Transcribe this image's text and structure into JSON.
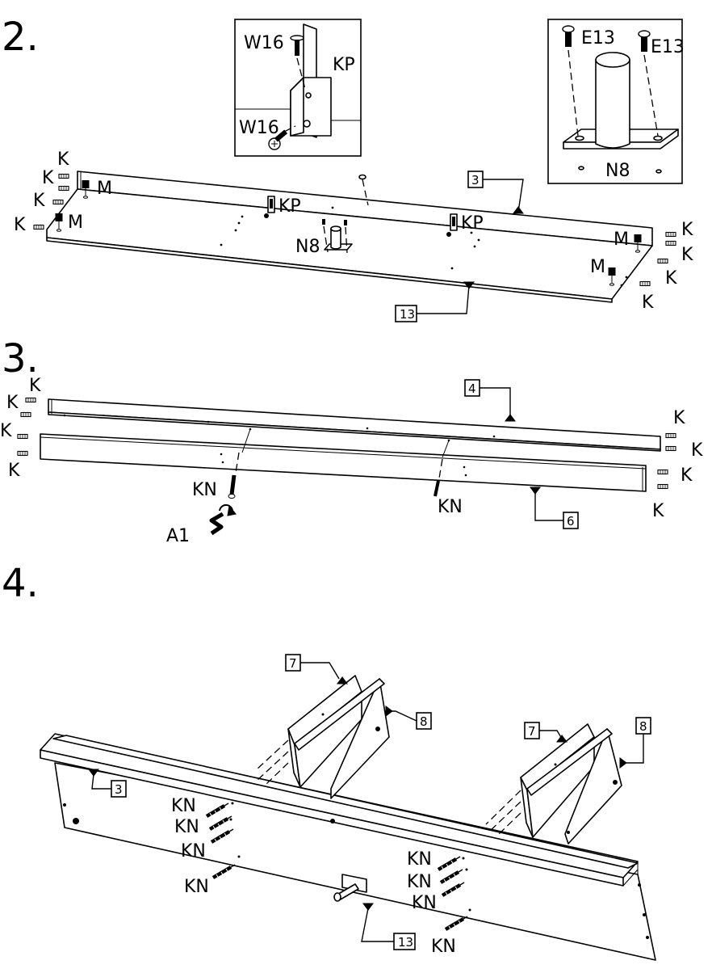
{
  "steps": [
    {
      "number": "2."
    },
    {
      "number": "3."
    },
    {
      "number": "4."
    }
  ],
  "step2": {
    "inset_left": {
      "label_w16_top": "W16",
      "label_kp": "KP",
      "label_w16_bottom": "W16"
    },
    "inset_right": {
      "label_e13_left": "E13",
      "label_e13_right": "E13",
      "label_n8": "N8"
    },
    "callout_part_3": "3",
    "callout_part_13": "13",
    "label_n8": "N8",
    "label_kp_left": "KP",
    "label_kp_right": "KP",
    "label_m_1": "M",
    "label_m_2": "M",
    "label_m_3": "M",
    "label_m_4": "M",
    "k_labels": [
      "K",
      "K",
      "K",
      "K",
      "K",
      "K",
      "K",
      "K"
    ]
  },
  "step3": {
    "callout_part_4": "4",
    "callout_part_6": "6",
    "label_kn_left": "KN",
    "label_kn_right": "KN",
    "label_a1": "A1",
    "k_labels": [
      "K",
      "K",
      "K",
      "K",
      "K",
      "K",
      "K",
      "K"
    ]
  },
  "step4": {
    "callout_part_7_left": "7",
    "callout_part_8_left": "8",
    "callout_part_7_right": "7",
    "callout_part_8_right": "8",
    "callout_part_3": "3",
    "callout_part_13": "13",
    "kn_labels": [
      "KN",
      "KN",
      "KN",
      "KN",
      "KN",
      "KN",
      "KN",
      "KN"
    ]
  }
}
